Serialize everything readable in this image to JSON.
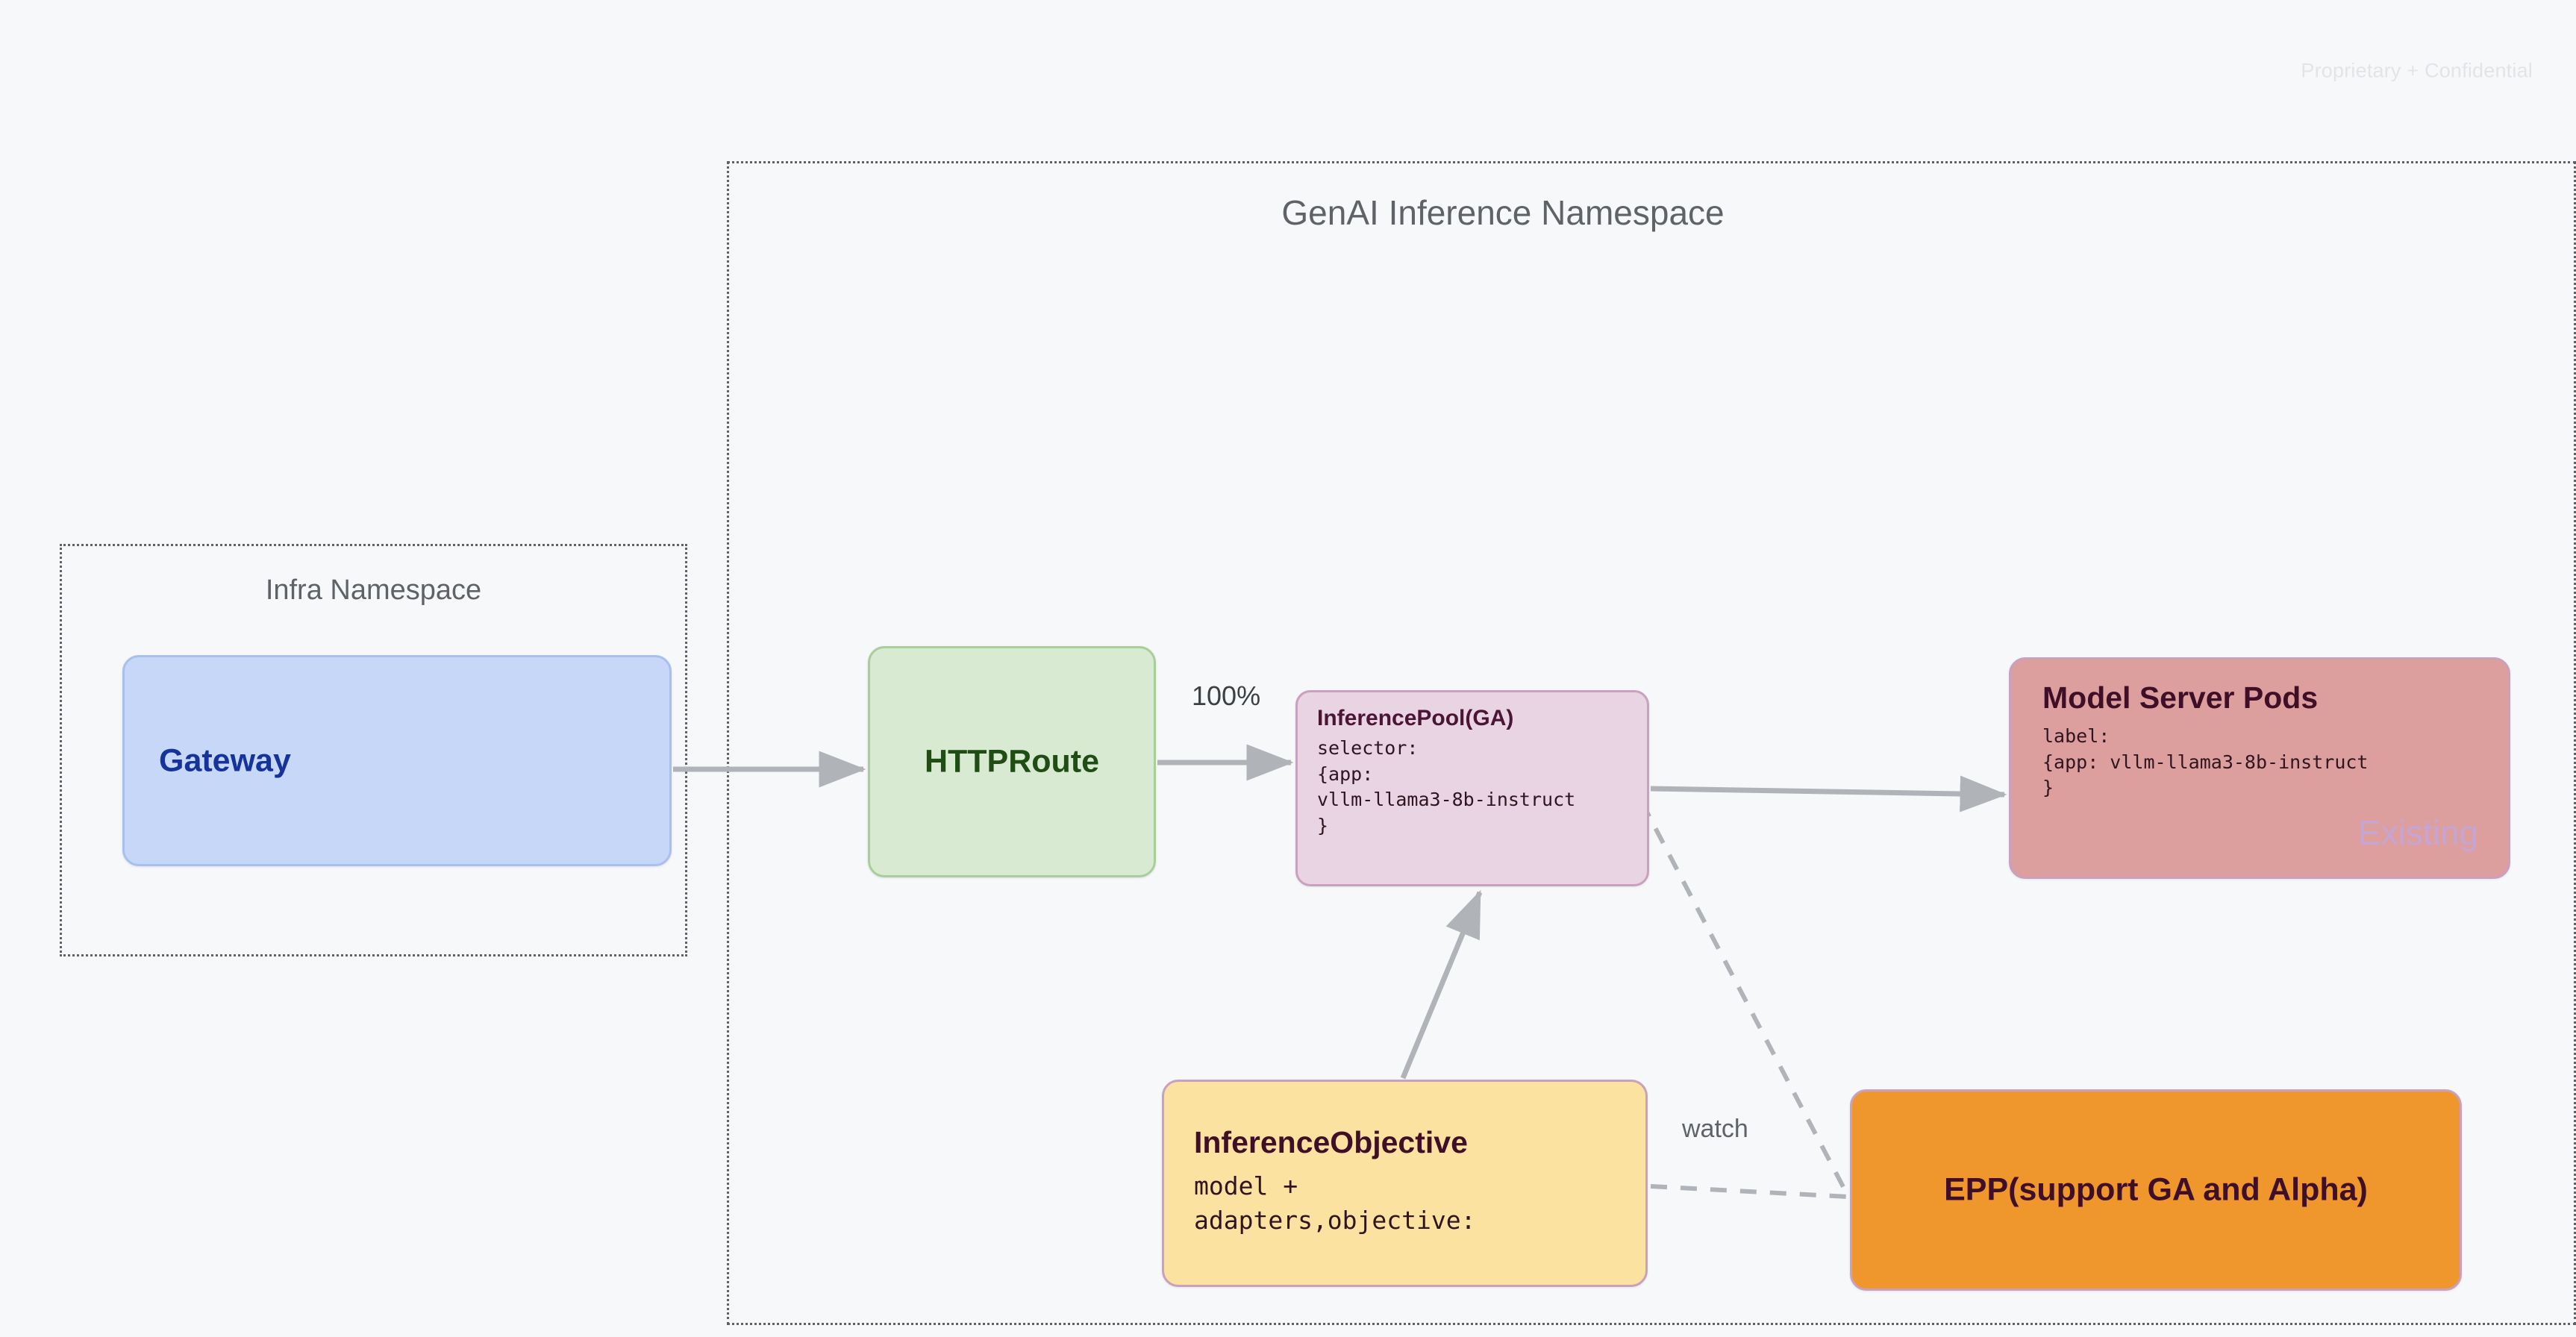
{
  "header": {
    "confidential_notice": "Proprietary + Confidential"
  },
  "namespaces": {
    "genai": {
      "title": "GenAI Inference Namespace"
    },
    "infra": {
      "title": "Infra Namespace"
    }
  },
  "nodes": {
    "gateway": {
      "title": "Gateway",
      "fill": "#c6d7f7",
      "text_color": "#16339b"
    },
    "httproute": {
      "title": "HTTPRoute",
      "fill": "#d9ead3",
      "text_color": "#1f4d14"
    },
    "inferencepool": {
      "title": "InferencePool(GA)",
      "body": "selector:\n{app:\nvllm-llama3-8b-instruct\n}",
      "fill": "#e8d4e2",
      "text_color": "#4b1535"
    },
    "modelserver": {
      "title": "Model Server Pods",
      "body": "label:\n{app: vllm-llama3-8b-instruct\n}",
      "watermark": "Existing",
      "fill": "#dd9e9e",
      "text_color": "#3f0f28",
      "watermark_color": "#c5a5d4"
    },
    "inferenceobjective": {
      "title": "InferenceObjective",
      "body": "model +\nadapters,objective:",
      "fill": "#fbe2a0",
      "text_color": "#3f0f28"
    },
    "epp": {
      "title": "EPP(support GA and Alpha)",
      "fill": "#ef962c",
      "text_color": "#3f0f28"
    }
  },
  "edges": {
    "gateway_to_httproute": {
      "label": ""
    },
    "httproute_to_inferencepool": {
      "label": "100%"
    },
    "inferencepool_to_modelserver": {
      "label": ""
    },
    "inferenceobjective_to_inferencepool": {
      "label": ""
    },
    "inferenceobjective_to_epp": {
      "label": "watch",
      "style": "dashed"
    },
    "inferencepool_to_epp": {
      "label": "",
      "style": "dashed"
    }
  },
  "colors": {
    "background": "#f7f8fa",
    "namespace_border": "#5f6368",
    "connector": "#b0b3b8",
    "node_border_pink": "#c9a0bd"
  }
}
